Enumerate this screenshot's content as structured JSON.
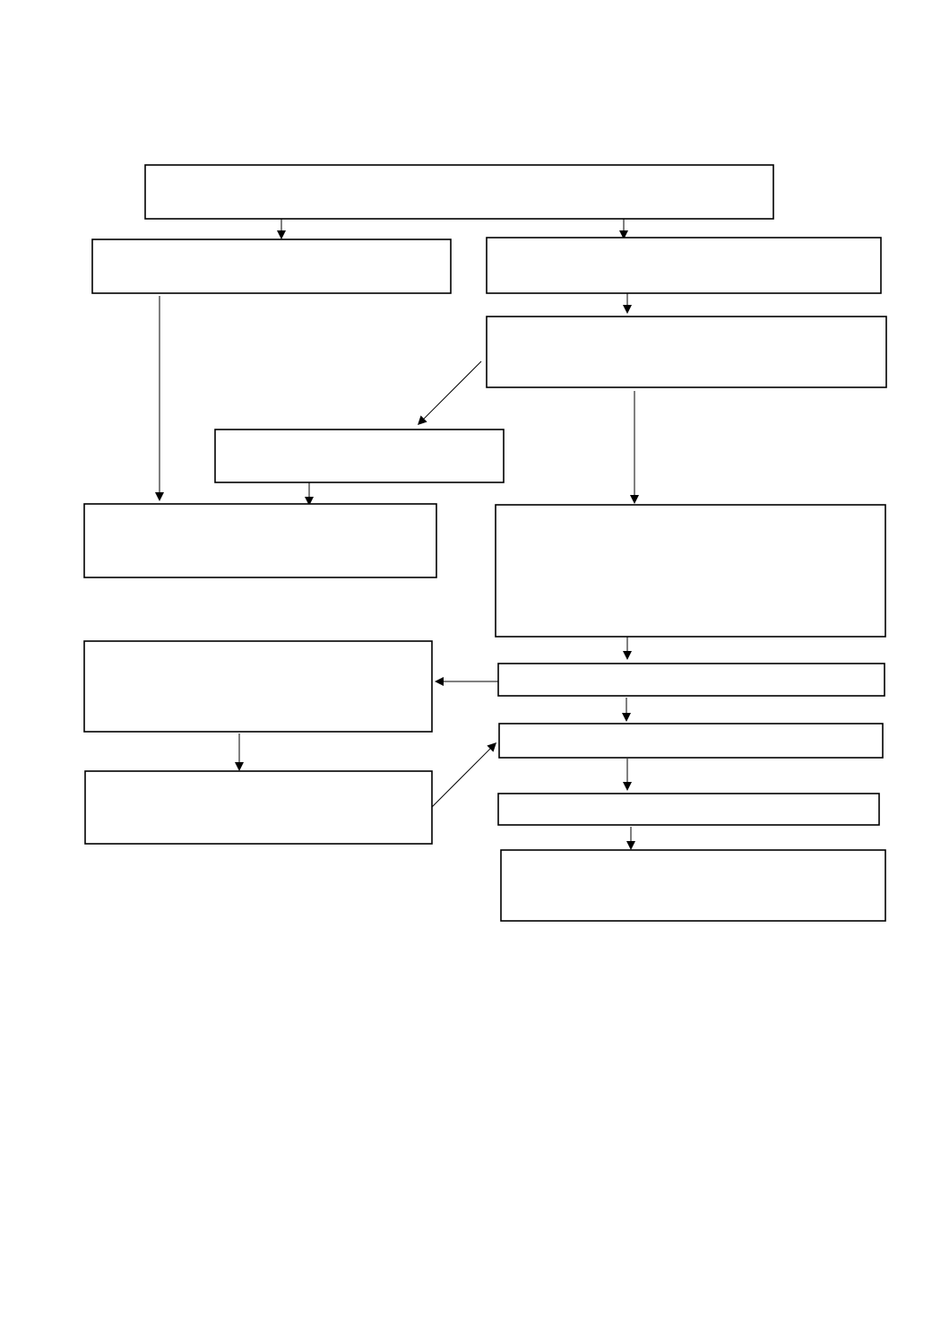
{
  "diagram": {
    "type": "flowchart",
    "nodes": [
      {
        "id": "n1",
        "label": ""
      },
      {
        "id": "n2",
        "label": ""
      },
      {
        "id": "n3",
        "label": ""
      },
      {
        "id": "n4",
        "label": ""
      },
      {
        "id": "n5",
        "label": ""
      },
      {
        "id": "n6",
        "label": ""
      },
      {
        "id": "n7",
        "label": ""
      },
      {
        "id": "n8",
        "label": ""
      },
      {
        "id": "n9",
        "label": ""
      },
      {
        "id": "n10",
        "label": ""
      },
      {
        "id": "n11",
        "label": ""
      },
      {
        "id": "n12",
        "label": ""
      },
      {
        "id": "n13",
        "label": ""
      },
      {
        "id": "n14",
        "label": ""
      }
    ],
    "edges": [
      {
        "from": "n1",
        "to": "n2"
      },
      {
        "from": "n1",
        "to": "n3"
      },
      {
        "from": "n3",
        "to": "n4"
      },
      {
        "from": "n2",
        "to": "n6"
      },
      {
        "from": "n4",
        "to": "n5"
      },
      {
        "from": "n5",
        "to": "n6"
      },
      {
        "from": "n4",
        "to": "n7"
      },
      {
        "from": "n7",
        "to": "n8"
      },
      {
        "from": "n8",
        "to": "n9"
      },
      {
        "from": "n9",
        "to": "n10"
      },
      {
        "from": "n10",
        "to": "n11"
      },
      {
        "from": "n11",
        "to": "n8"
      },
      {
        "from": "n8",
        "to": "n12"
      },
      {
        "from": "n12",
        "to": "n13"
      },
      {
        "from": "n13",
        "to": "n14"
      }
    ]
  }
}
